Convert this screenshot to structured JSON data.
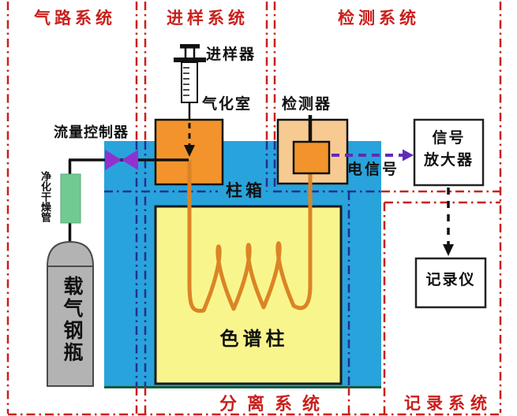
{
  "sections": {
    "gas": "气路系统",
    "injection": "进样系统",
    "detection": "检测系统",
    "separation": "分离系统",
    "recording": "记录系统"
  },
  "components": {
    "injector": "进样器",
    "vaporizer": "气化室",
    "flow_controller": "流量控制器",
    "purifier_tube": "净化干燥管",
    "gas_cylinder": "载气钢瓶",
    "column_oven": "柱箱",
    "column": "色谱柱",
    "detector": "检测器",
    "electric_signal": "电信号",
    "amplifier_line1": "信号",
    "amplifier_line2": "放大器",
    "recorder": "记录仪"
  },
  "colors": {
    "section_line_red": "#C9201C",
    "section_line_over_oven": "#23308F",
    "oven_blue": "#29A3DB",
    "column_yellow": "#F9F58D",
    "component_orange": "#F2942B",
    "detector_peach": "#F7CA92",
    "purifier_green": "#70CB92",
    "cylinder_gray": "#B3B3B3",
    "tube_orange": "#DB8426",
    "valve_purple": "#9131CE",
    "signal_purple": "#5F2CB8"
  }
}
